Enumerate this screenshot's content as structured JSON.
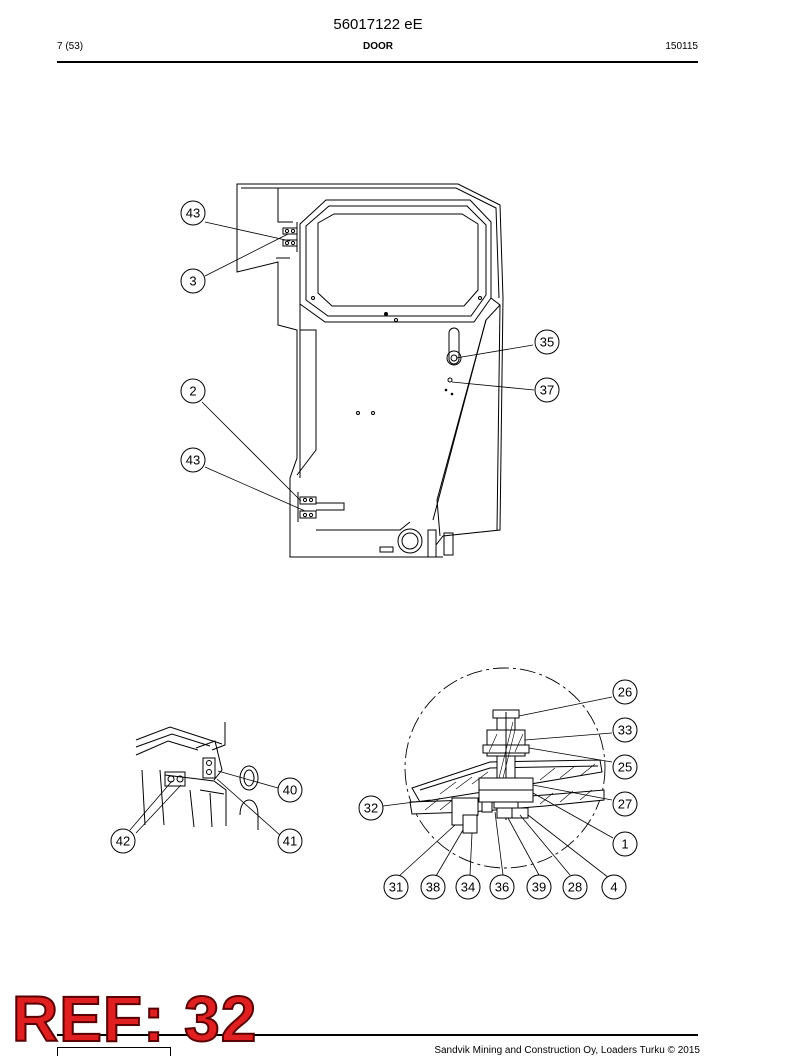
{
  "header": {
    "doc_number": "56017122 eE",
    "page_number": "7 (53)",
    "section_title": "DOOR",
    "date_code": "150115"
  },
  "callouts": {
    "door_view": [
      "43",
      "3",
      "2",
      "43",
      "35",
      "37"
    ],
    "hinge_view": [
      "40",
      "41",
      "42"
    ],
    "detail_view": [
      "26",
      "33",
      "25",
      "27",
      "32",
      "1",
      "31",
      "38",
      "34",
      "36",
      "39",
      "28",
      "4"
    ]
  },
  "footer": {
    "copyright": "Sandvik Mining and Construction Oy, Loaders Turku © 2015",
    "ref_stamp": "REF: 32"
  }
}
